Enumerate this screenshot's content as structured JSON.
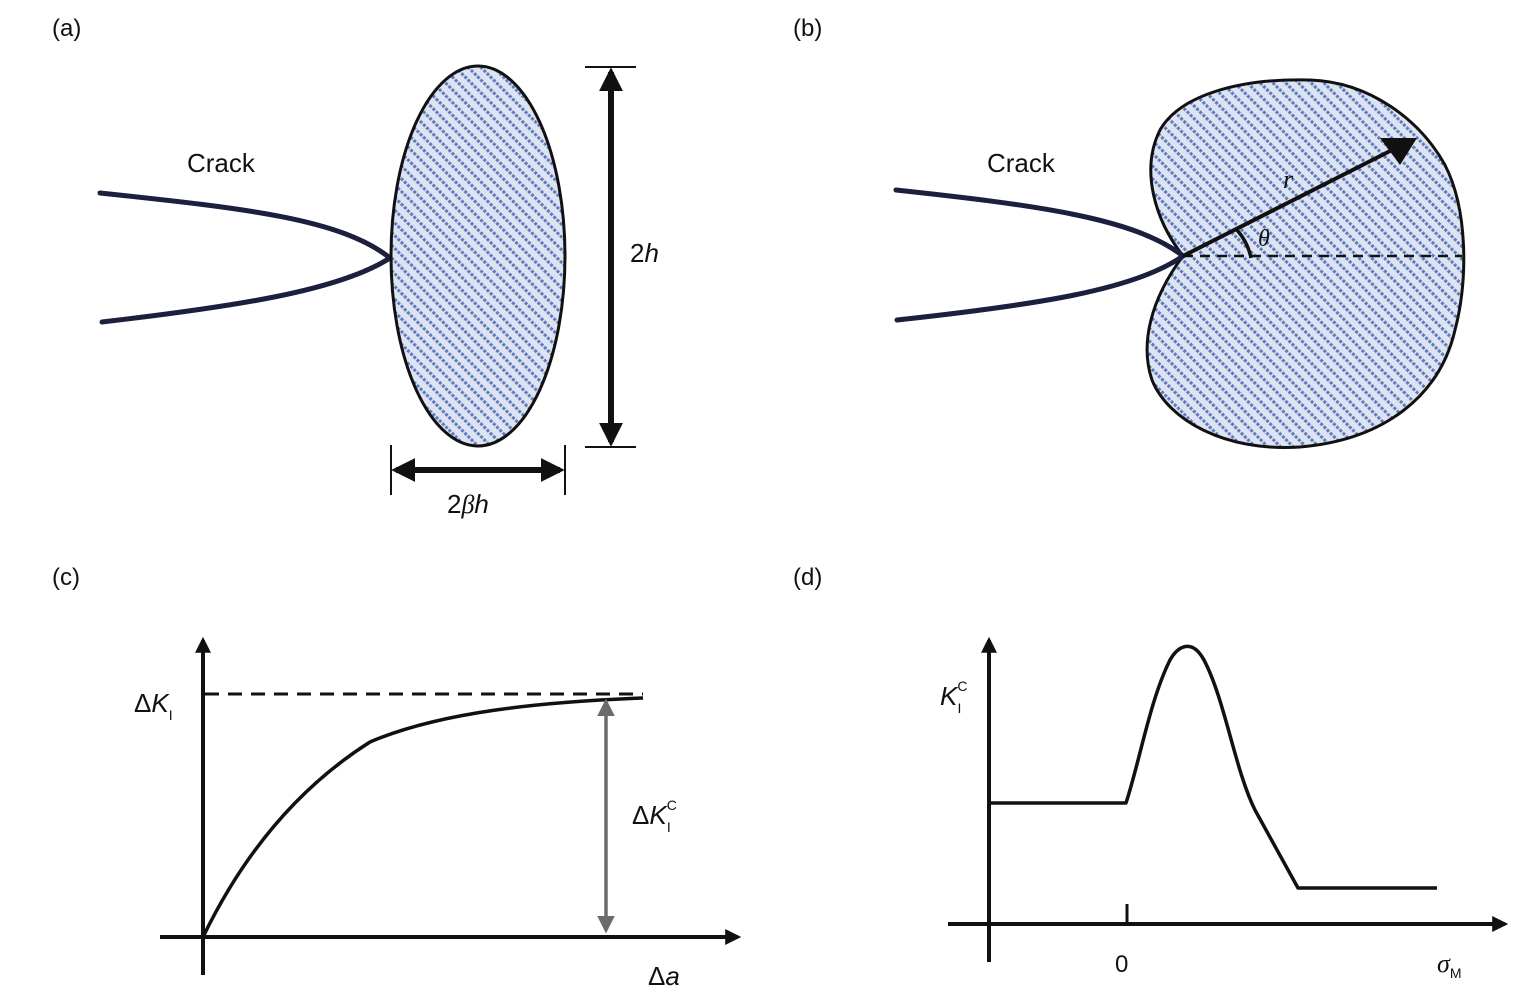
{
  "panels": {
    "a": {
      "label": "(a)",
      "crack_label": "Crack",
      "height_dim": {
        "num": "2",
        "sym": "h"
      },
      "width_dim": {
        "num": "2",
        "beta": "β",
        "sym": "h"
      }
    },
    "b": {
      "label": "(b)",
      "crack_label": "Crack",
      "radius_label": "r",
      "angle_label": "θ"
    },
    "c": {
      "label": "(c)",
      "y_label": {
        "delta": "Δ",
        "sym": "K",
        "sub": "I"
      },
      "x_label": {
        "delta": "Δ",
        "sym": "a"
      },
      "gap_label": {
        "delta": "Δ",
        "sym": "K",
        "sub": "I",
        "sup": "C"
      }
    },
    "d": {
      "label": "(d)",
      "y_label": {
        "sym": "K",
        "sub": "I",
        "sup": "C"
      },
      "x_label": {
        "sym": "σ",
        "sub": "M"
      },
      "zero_tick": "0"
    }
  },
  "colors": {
    "crack": "#1c1f3d",
    "hatch_fill": "#dde3f0",
    "hatch_line": "#5d7bbf",
    "outline": "#111111",
    "grey_arrow": "#6b6b6b"
  }
}
